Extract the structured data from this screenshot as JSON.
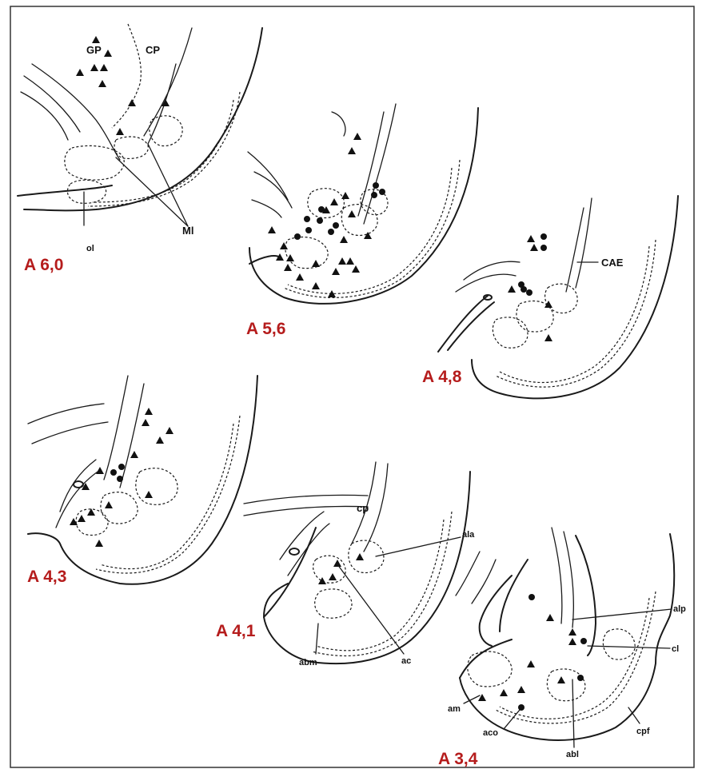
{
  "colors": {
    "section_label": "#b51c1c",
    "ink": "#1a1a1a",
    "paper": "#ffffff"
  },
  "sections": {
    "s1": "A 6,0",
    "s2": "A 5,6",
    "s3": "A 4,8",
    "s4": "A 4,3",
    "s5": "A 4,1",
    "s6": "A 3,4"
  },
  "labels": {
    "gp": "GP",
    "cp_upper": "CP",
    "ml": "Ml",
    "ol": "ol",
    "cae": "CAE",
    "cp_lower": "cp",
    "ala": "ala",
    "ac": "ac",
    "abm": "abm",
    "alp": "alp",
    "cl": "cl",
    "cpf": "cpf",
    "am": "am",
    "aco": "aco",
    "abl": "abl"
  },
  "markers": {
    "triangle": "filled-triangle",
    "circle": "filled-circle"
  }
}
